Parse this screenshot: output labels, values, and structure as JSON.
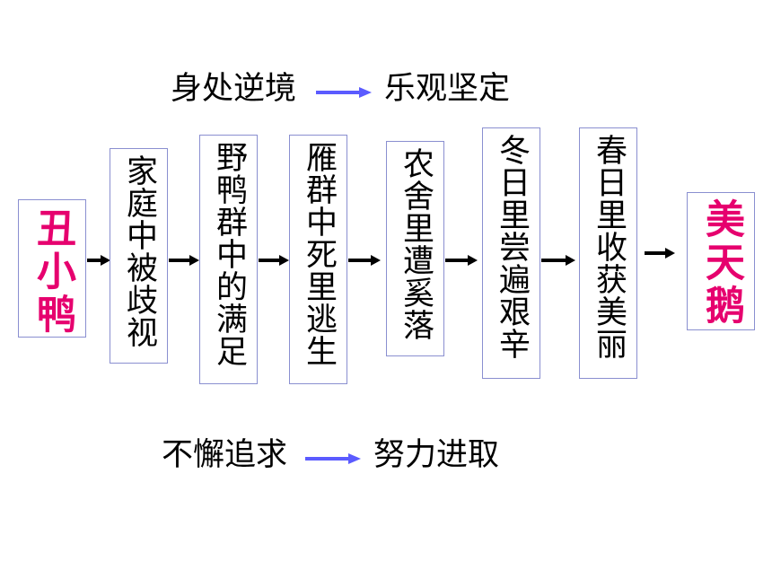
{
  "top_phrase": {
    "left": "身处逆境",
    "right": "乐观坚定",
    "arrow_color": "#5b5bff"
  },
  "bottom_phrase": {
    "left": "不懈追求",
    "right": "努力进取",
    "arrow_color": "#5b5bff"
  },
  "start_box": {
    "text": "丑小鸭",
    "color": "#e6006e"
  },
  "stages": [
    {
      "text": "家庭中被歧视"
    },
    {
      "text": "野鸭群中的满足"
    },
    {
      "text": "雁群中死里逃生"
    },
    {
      "text": "农舍里遭奚落"
    },
    {
      "text": "冬日里尝遍艰辛"
    },
    {
      "text": "春日里收获美丽"
    }
  ],
  "end_box": {
    "text": "美天鹅",
    "color": "#e6006e"
  },
  "box_border_color": "#8a8fd0",
  "connector_color": "#000000"
}
